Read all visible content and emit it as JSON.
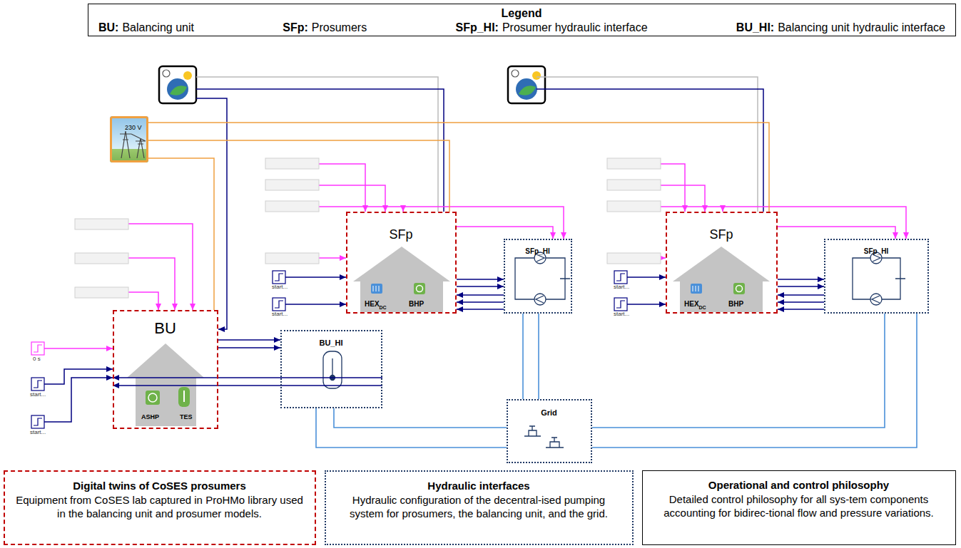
{
  "diagram": {
    "nodes": [
      {
        "text": [
          "Legend",
          "BU:",
          "Balancing unit",
          "SFp:",
          "Prosumers",
          "SFp_HI:",
          "Prosumer hydraulic interface",
          "BU_HI:",
          "Balancing unit hydraulic interface"
        ]
      },
      {
        "text": [
          "230 V"
        ]
      },
      {
        "text": [
          "SFp",
          "HEX",
          "DC",
          "BHP"
        ]
      },
      {
        "text": [
          "SFp_HI"
        ]
      },
      {
        "text": [
          "SFp",
          "HEX",
          "DC",
          "BHP"
        ]
      },
      {
        "text": [
          "SFp_HI"
        ]
      },
      {
        "text": [
          "BU",
          "ASHP",
          "TES"
        ]
      },
      {
        "text": [
          "BU_HI"
        ]
      },
      {
        "text": [
          "Grid"
        ]
      },
      {
        "text": [
          "Digital twins of CoSES prosumers",
          "Equipment from CoSES lab captured in ProHMo library used in the balancing unit and prosumer models."
        ]
      },
      {
        "text": [
          "Hydraulic interfaces",
          "Hydraulic configuration of the decentral-ised pumping system for prosumers, the balancing unit, and the grid."
        ]
      },
      {
        "text": [
          "Operational and control philosophy",
          "Detailed control philosophy for all sys-tem components accounting for bidirec-tional flow and pressure variations."
        ]
      }
    ],
    "edges": [
      {
        "from": 1,
        "to": 6,
        "arrow": "none"
      },
      {
        "from": 1,
        "to": 2,
        "arrow": "none"
      },
      {
        "from": 1,
        "to": 4,
        "arrow": "none"
      },
      {
        "from": 6,
        "to": 7,
        "arrow": "to"
      },
      {
        "from": 6,
        "to": 7,
        "arrow": "to"
      },
      {
        "from": 7,
        "to": 6,
        "arrow": "to"
      },
      {
        "from": 7,
        "to": 6,
        "arrow": "to"
      },
      {
        "from": 2,
        "to": 3,
        "arrow": "to"
      },
      {
        "from": 2,
        "to": 3,
        "arrow": "to"
      },
      {
        "from": 3,
        "to": 2,
        "arrow": "to"
      },
      {
        "from": 3,
        "to": 2,
        "arrow": "to"
      },
      {
        "from": 3,
        "to": 2,
        "arrow": "to"
      },
      {
        "from": 2,
        "to": 3,
        "arrow": "to"
      },
      {
        "from": 4,
        "to": 5,
        "arrow": "to"
      },
      {
        "from": 4,
        "to": 5,
        "arrow": "to"
      },
      {
        "from": 5,
        "to": 4,
        "arrow": "to"
      },
      {
        "from": 5,
        "to": 4,
        "arrow": "to"
      },
      {
        "from": 5,
        "to": 4,
        "arrow": "to"
      },
      {
        "from": 4,
        "to": 5,
        "arrow": "to"
      },
      {
        "from": 3,
        "to": 8,
        "arrow": "none"
      },
      {
        "from": 3,
        "to": 8,
        "arrow": "none"
      },
      {
        "from": 7,
        "to": 8,
        "arrow": "none"
      },
      {
        "from": 7,
        "to": 8,
        "arrow": "none"
      },
      {
        "from": 5,
        "to": 8,
        "arrow": "none"
      },
      {
        "from": 5,
        "to": 8,
        "arrow": "none"
      }
    ],
    "labels": [
      "start...",
      "start...",
      "start...",
      "start...",
      "0 s",
      "start...",
      "start..."
    ]
  }
}
